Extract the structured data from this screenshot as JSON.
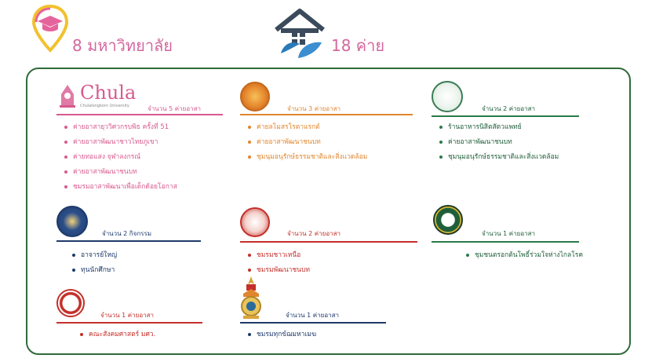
{
  "summary": {
    "universities_label": "8 มหาวิทยาลัย",
    "camps_label": "18 ค่าย"
  },
  "cards": {
    "chula": {
      "brand": "Chula",
      "brand_sub": "Chulalongkorn University",
      "count": "จำนวน 5 ค่ายอาสา",
      "items": [
        "ค่ายอาสายุววิศวกรบพิธ ครั้งที่ 51",
        "ค่ายอาสาพัฒนาชาวไทยภูเขา",
        "ค่ายทอแสง จุฬาลงกรณ์",
        "ค่ายอาสาพัฒนาชนบท",
        "ชมรมอาสาพัฒนาเพื่อเด็กด้อยโอกาส"
      ]
    },
    "uni2": {
      "count": "จำนวน 3 ค่ายอาสา",
      "items": [
        "ค่ายลโมสรโรตาแรกต์",
        "ค่ายอาสาพัฒนาชนบท",
        "ชุมนุมอนุรักษ์ธรรมชาติและสิ่งแวดล้อม"
      ]
    },
    "uni3": {
      "count": "จำนวน 2 ค่ายอาสา",
      "items": [
        "ร้านอาหารนิสิตสัตวแพทย์",
        "ค่ายอาสาพัฒนาชนบท",
        "ชุมนุมอนุรักษ์ธรรมชาติและสิ่งแวดล้อม"
      ]
    },
    "uni4": {
      "count": "จำนวน 2 กิจกรรม",
      "items": [
        "อาจารย์ใหญ่",
        "ทุนนักศึกษา"
      ]
    },
    "uni5": {
      "count": "จำนวน 2 ค่ายอาสา",
      "items": [
        "ชมรมชาวเหนือ",
        "ชมรมพัฒนาชนบท"
      ]
    },
    "uni6": {
      "count": "จำนวน 1 ค่ายอาสา",
      "items": [
        "ชุมชนตรอกต้นโพธิ์ร่วมใจห่างไกลโรค"
      ]
    },
    "uni7": {
      "count": "จำนวน 1 ค่ายอาสา",
      "items": [
        "คณะสังคมศาสตร์ มศว."
      ]
    },
    "uni8": {
      "count": "จำนวน 1 ค่ายอาสา",
      "items": [
        "ชมรมทุกข์ฌมหาเมฆ"
      ]
    }
  },
  "colors": {
    "pink": "#d75a8e",
    "orange": "#e0862e",
    "green": "#2a7a4a",
    "navy": "#1e3a6b",
    "red": "#c4302a",
    "frame": "#2f6b3a"
  }
}
